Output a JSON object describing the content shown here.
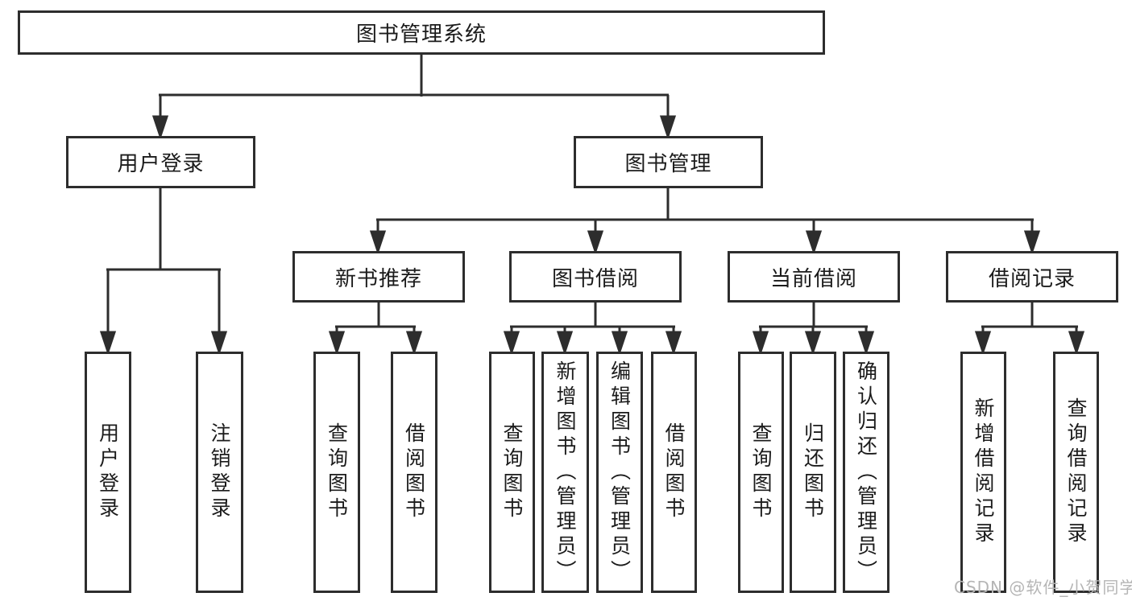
{
  "tree": {
    "root": "图书管理系统",
    "level2": [
      {
        "label": "用户登录",
        "leaves": [
          "用户登录",
          "注销登录"
        ]
      },
      {
        "label": "图书管理",
        "groups": [
          {
            "label": "新书推荐",
            "leaves": [
              "查询图书",
              "借阅图书"
            ]
          },
          {
            "label": "图书借阅",
            "leaves": [
              "查询图书",
              "新增图书（管理员）",
              "编辑图书（管理员）",
              "借阅图书"
            ]
          },
          {
            "label": "当前借阅",
            "leaves": [
              "查询图书",
              "归还图书",
              "确认归还（管理员）"
            ]
          },
          {
            "label": "借阅记录",
            "leaves": [
              "新增借阅记录",
              "查询借阅记录"
            ]
          }
        ]
      }
    ]
  },
  "watermark": "CSDN @软件_小贺同学",
  "colors": {
    "line": "#2d2d2d",
    "box_bg": "#ffffff",
    "text": "#1b1b1b",
    "watermark": "#b5b5b5"
  }
}
